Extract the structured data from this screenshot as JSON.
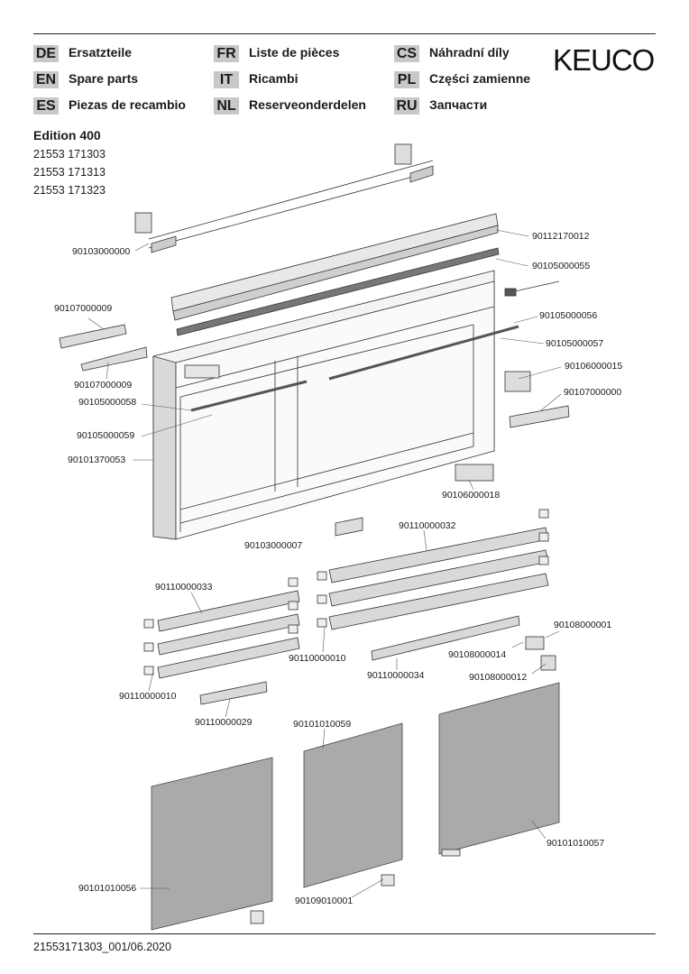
{
  "brand": {
    "logo": "KEUCO"
  },
  "languages": [
    {
      "code": "DE",
      "label": "Ersatzteile"
    },
    {
      "code": "EN",
      "label": "Spare parts"
    },
    {
      "code": "ES",
      "label": "Piezas de recambio"
    },
    {
      "code": "FR",
      "label": "Liste de pièces"
    },
    {
      "code": "IT",
      "label": "Ricambi"
    },
    {
      "code": "NL",
      "label": "Reserveonderdelen"
    },
    {
      "code": "CS",
      "label": "Náhradní díly"
    },
    {
      "code": "PL",
      "label": "Części zamienne"
    },
    {
      "code": "RU",
      "label": "Запчасти"
    }
  ],
  "product": {
    "title": "Edition 400",
    "articles": [
      "21553 171303",
      "21553 171313",
      "21553 171323"
    ]
  },
  "parts": [
    "90112170012",
    "90103000000",
    "90105000055",
    "90107000009",
    "90105000056",
    "90105000057",
    "90107000009",
    "90106000015",
    "90105000058",
    "90107000000",
    "90105000059",
    "90101370053",
    "90106000018",
    "90110000032",
    "90103000007",
    "90110000033",
    "90108000001",
    "90110000010",
    "90108000014",
    "90110000034",
    "90108000012",
    "90110000010",
    "90110000029",
    "90101010059",
    "90101010057",
    "90101010056",
    "90109010001"
  ],
  "footer": {
    "document_id": "21553171303_001/06.2020"
  }
}
